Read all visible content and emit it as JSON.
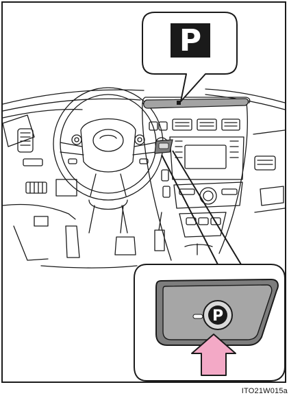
{
  "figure": {
    "indicator_symbol": "P",
    "switch_symbol": "P",
    "image_code": "ITO21W015a"
  },
  "colors": {
    "line": "#1a1a1a",
    "background": "#ffffff",
    "indicator_box": "#1a1a1a",
    "indicator_glyph": "#ffffff",
    "switch_body": "#7d7d7d",
    "switch_face": "#a6a6a6",
    "switch_button": "#d9d9d9",
    "dashboard_display": "#a3a3a3",
    "press_arrow": "#f3a9c6"
  },
  "icons": {
    "indicator": "parking-brake-indicator-icon",
    "switch": "parking-brake-switch-icon",
    "press": "press-arrow-icon"
  }
}
